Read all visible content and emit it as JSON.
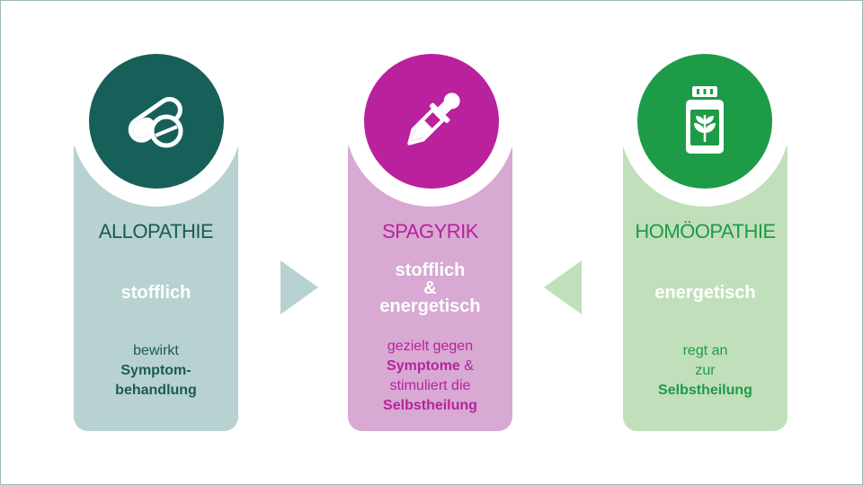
{
  "columns": [
    {
      "title": "ALLOPATHIE",
      "kind": "stofflich",
      "desc": [
        "bewirkt",
        "Symptom-",
        "behandlung"
      ],
      "icon": "pills-icon",
      "color": "#176059"
    },
    {
      "title": "SPAGYRIK",
      "kind_line1": "stofflich",
      "kind_line2": "&",
      "kind_line3": "energetisch",
      "desc_line1": "gezielt gegen",
      "desc_line2_bold": "Symptome",
      "desc_line2_rest": " &",
      "desc_line3": "stimuliert die",
      "desc_line4": "Selbstheilung",
      "icon": "dropper-icon",
      "color": "#b9219d"
    },
    {
      "title": "HOMÖOPATHIE",
      "kind": "energetisch",
      "desc": [
        "regt an",
        "zur",
        "Selbstheilung"
      ],
      "icon": "herb-jar-icon",
      "color": "#1e9b47"
    }
  ],
  "arrows": [
    "arrow-right-icon",
    "arrow-left-icon"
  ]
}
